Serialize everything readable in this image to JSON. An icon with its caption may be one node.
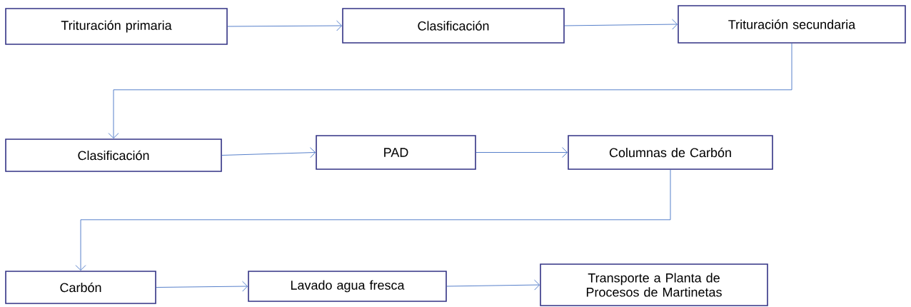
{
  "diagram": {
    "nodes": [
      {
        "text": [
          "Trituración primaria"
        ]
      },
      {
        "text": [
          "Clasificación"
        ]
      },
      {
        "text": [
          "Trituración secundaria"
        ]
      },
      {
        "text": [
          "Clasificación"
        ]
      },
      {
        "text": [
          "PAD"
        ]
      },
      {
        "text": [
          "Columnas de Carbón"
        ]
      },
      {
        "text": [
          "Carbón"
        ]
      },
      {
        "text": [
          "Lavado agua fresca"
        ]
      },
      {
        "text": [
          "Transporte a Planta de Procesos de Martinetas"
        ]
      }
    ],
    "edges": [
      {
        "from": 0,
        "to": 1,
        "arrow": "to"
      },
      {
        "from": 1,
        "to": 2,
        "arrow": "to"
      },
      {
        "from": 2,
        "to": 3,
        "arrow": "to"
      },
      {
        "from": 3,
        "to": 4,
        "arrow": "to"
      },
      {
        "from": 4,
        "to": 5,
        "arrow": "to"
      },
      {
        "from": 5,
        "to": 6,
        "arrow": "to"
      },
      {
        "from": 6,
        "to": 7,
        "arrow": "to"
      },
      {
        "from": 7,
        "to": 8,
        "arrow": "to"
      }
    ]
  }
}
